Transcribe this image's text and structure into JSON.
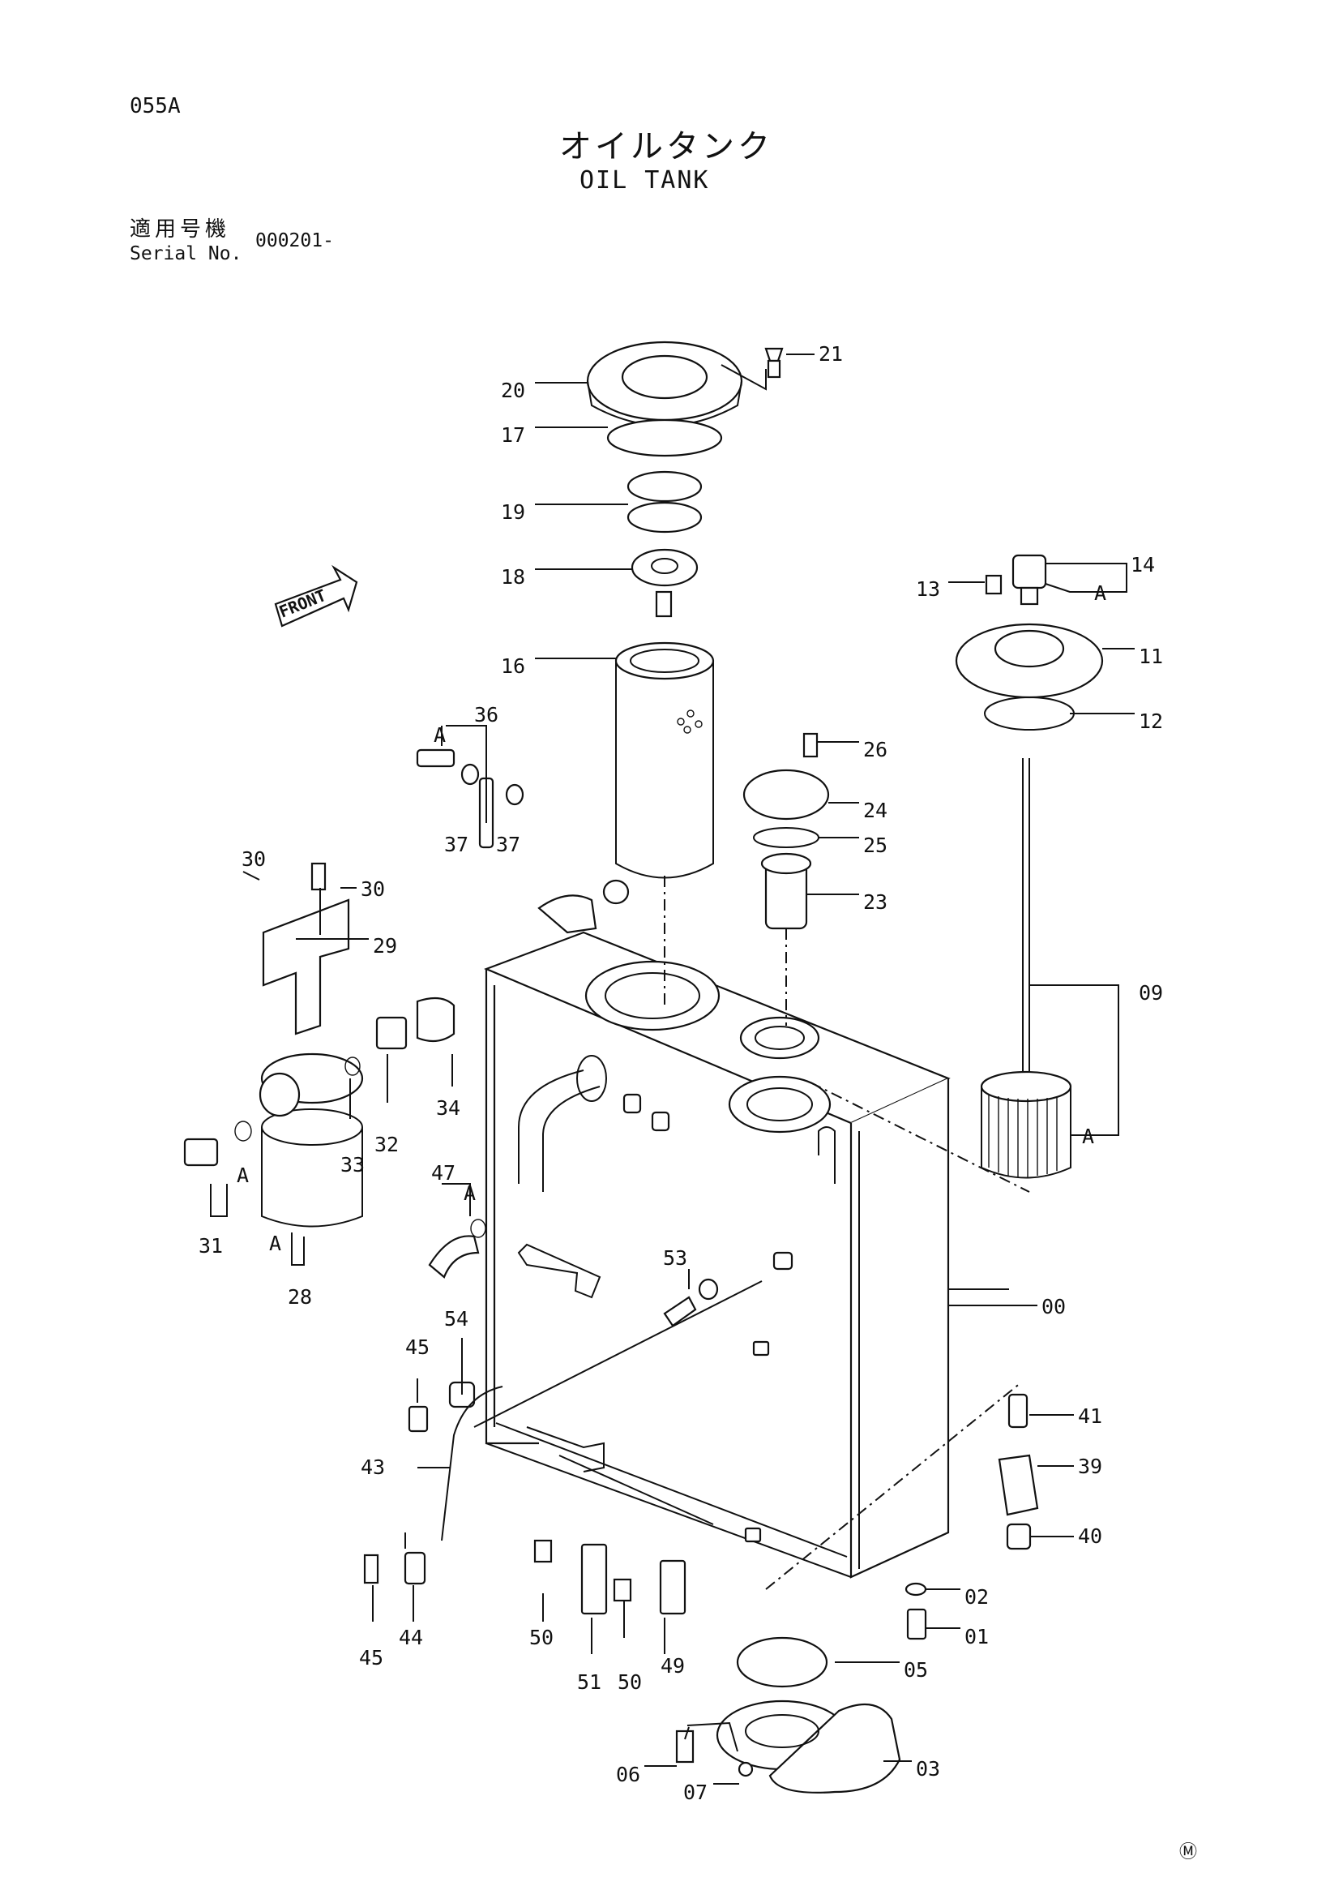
{
  "header": {
    "page_code": "055A",
    "title_jp": "オイルタンク",
    "title_en": "OIL TANK",
    "serial_label_jp": "適用号機",
    "serial_label_en": "Serial No.",
    "serial_value": "000201-",
    "corner_mark": "Ⓜ"
  },
  "diagram": {
    "front_label": "FRONT",
    "group_marker": "A",
    "callouts": [
      "00",
      "01",
      "02",
      "03",
      "05",
      "06",
      "07",
      "09",
      "11",
      "12",
      "13",
      "14",
      "16",
      "17",
      "18",
      "19",
      "20",
      "21",
      "23",
      "24",
      "25",
      "26",
      "28",
      "29",
      "30",
      "30",
      "31",
      "32",
      "33",
      "34",
      "36",
      "37",
      "37",
      "39",
      "40",
      "41",
      "43",
      "44",
      "45",
      "45",
      "47",
      "49",
      "50",
      "50",
      "51",
      "53",
      "54"
    ]
  }
}
